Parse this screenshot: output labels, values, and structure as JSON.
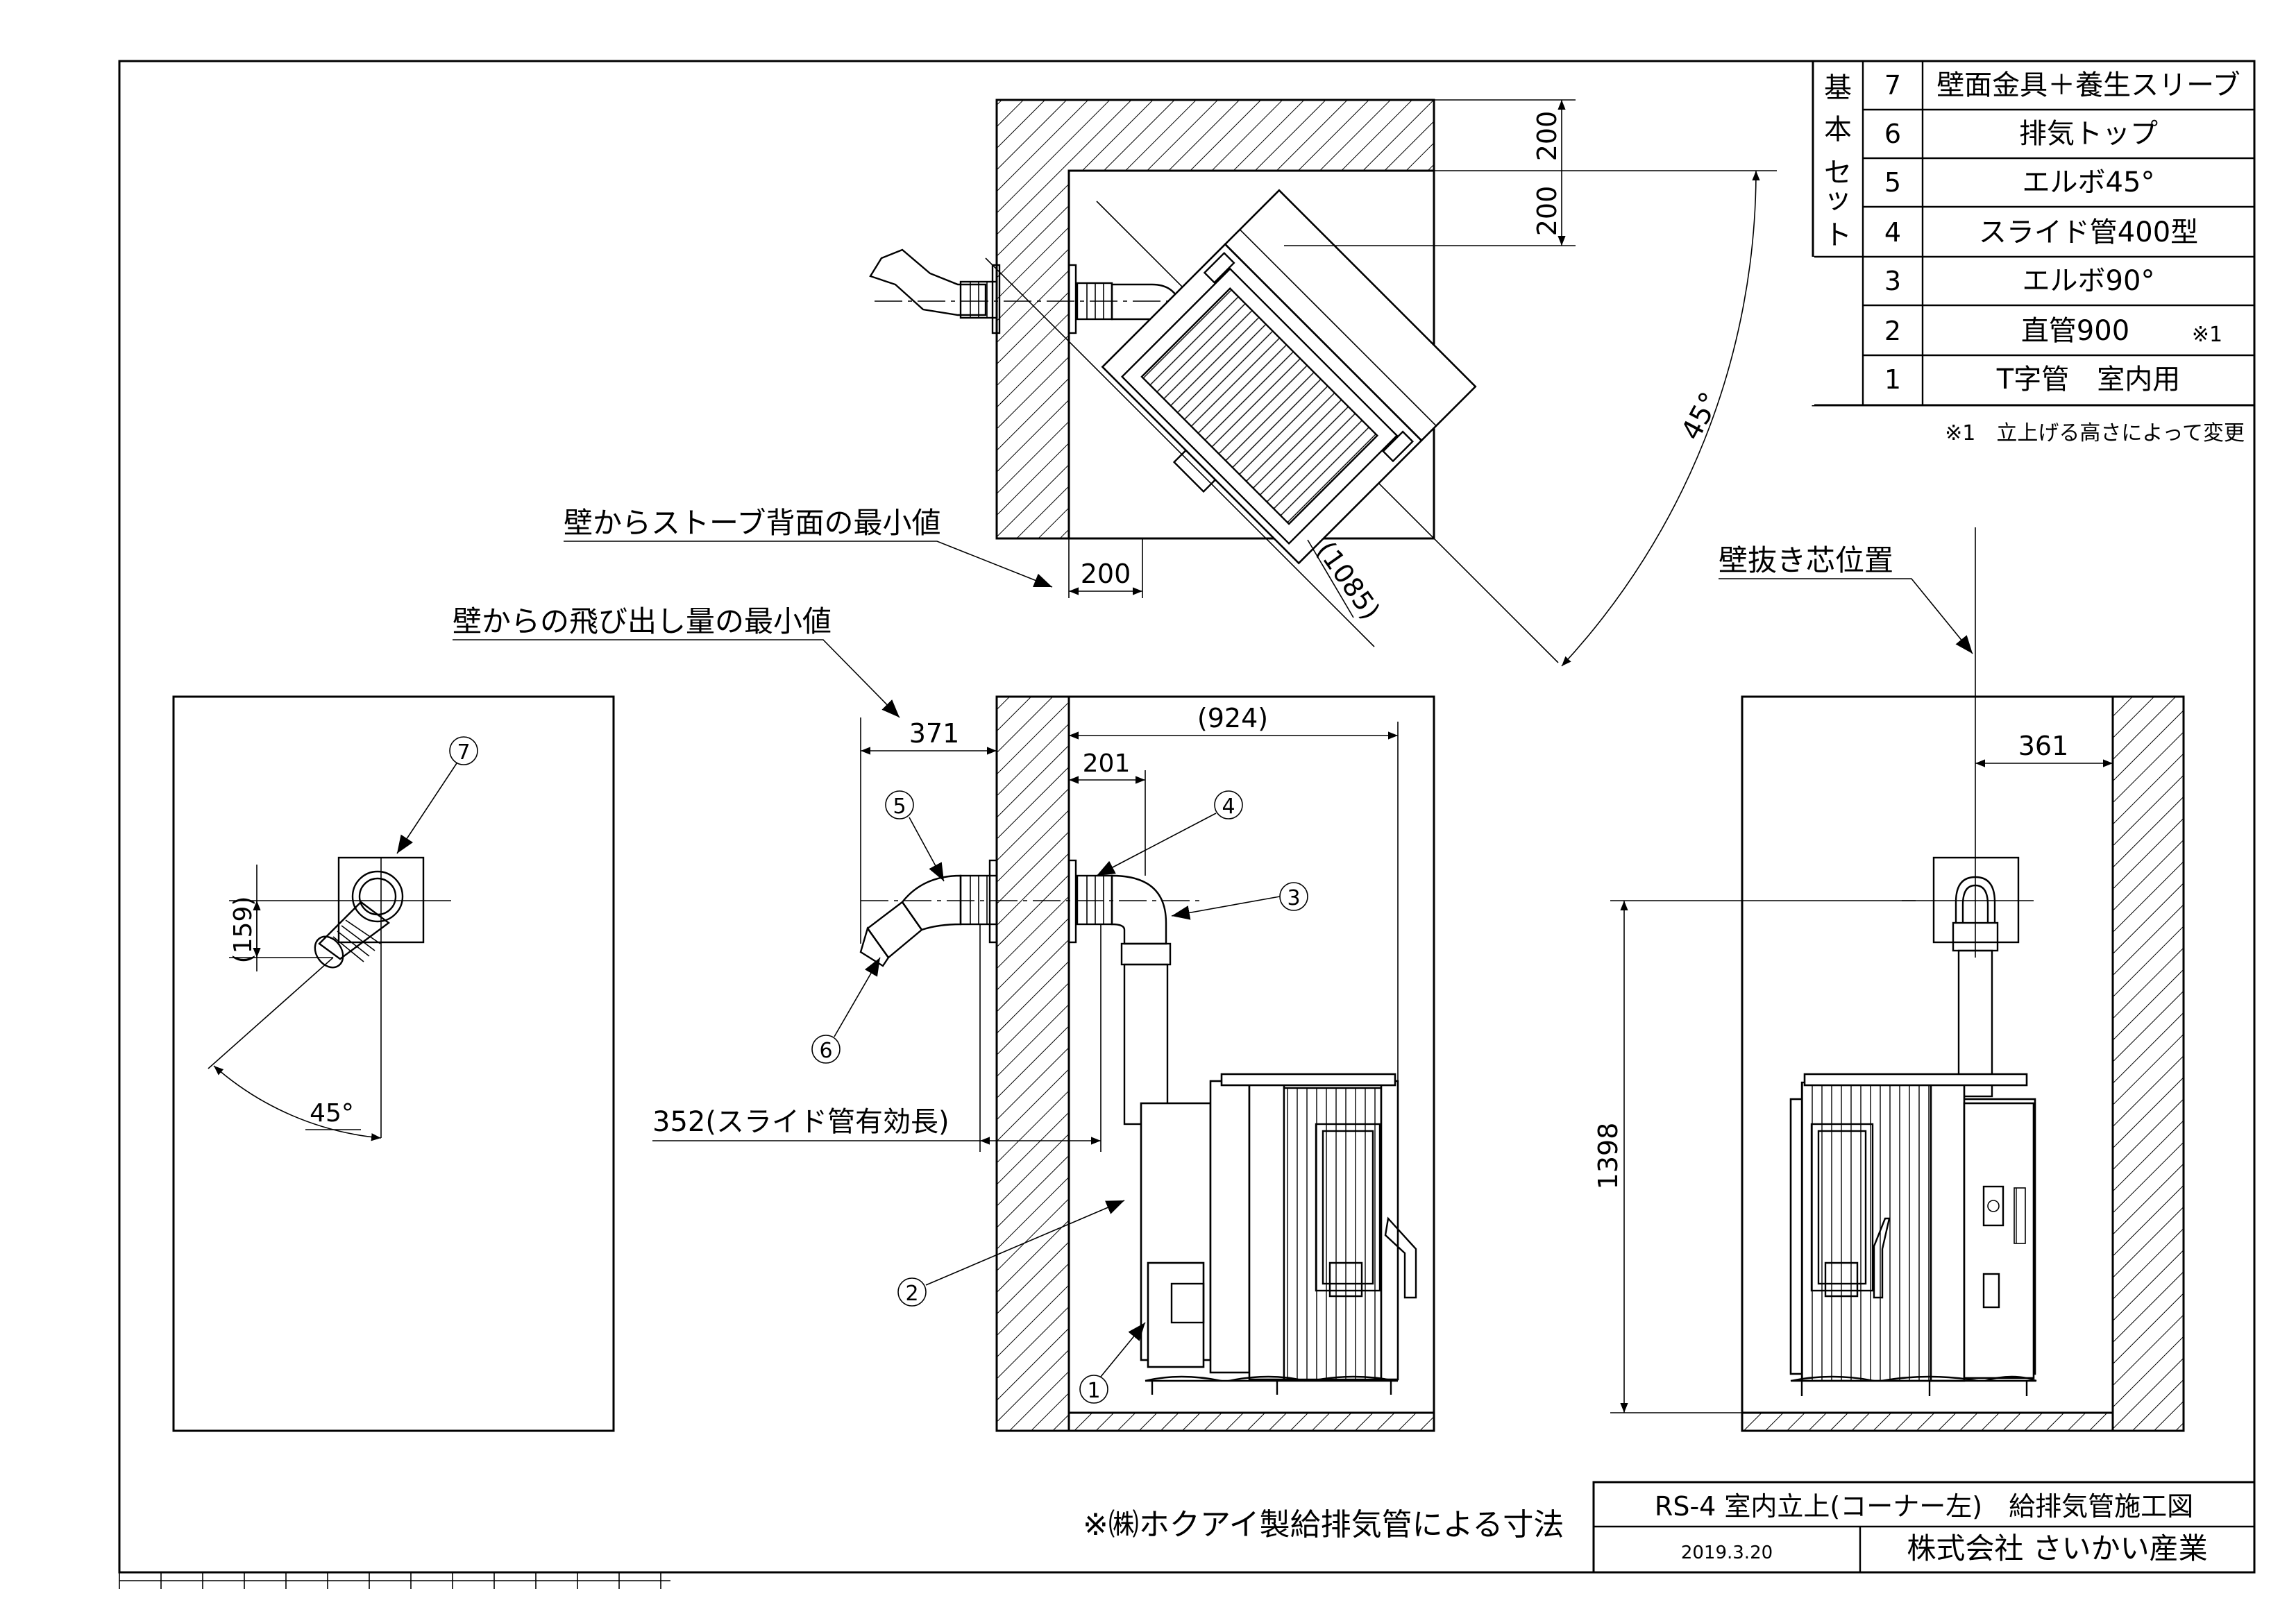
{
  "parts_table": {
    "group_label": "基本セット",
    "rows": [
      {
        "no": "7",
        "name": "壁面金具＋養生スリーブ",
        "note": ""
      },
      {
        "no": "6",
        "name": "排気トップ",
        "note": ""
      },
      {
        "no": "5",
        "name": "エルボ45°",
        "note": ""
      },
      {
        "no": "4",
        "name": "スライド管400型",
        "note": ""
      },
      {
        "no": "3",
        "name": "エルボ90°",
        "note": ""
      },
      {
        "no": "2",
        "name": "直管900",
        "note": "※1"
      },
      {
        "no": "1",
        "name": "T字管　室内用",
        "note": ""
      }
    ],
    "footnote": "※1　立上げる高さによって変更"
  },
  "annotations": {
    "min_stove_back": "壁からストーブ背面の最小値",
    "min_protrusion": "壁からの飛び出し量の最小値",
    "wall_hole_center": "壁抜き芯位置",
    "slide_effective": "352(スライド管有効長)",
    "note_maker": "※㈱ホクアイ製給排気管による寸法"
  },
  "dimensions": {
    "top_200_a": "200",
    "top_200_b": "200",
    "top_200_c": "200",
    "top_1085": "(1085)",
    "top_45": "45°",
    "left_159": "(159)",
    "left_45": "45°",
    "mid_371": "371",
    "mid_924": "(924)",
    "mid_201": "201",
    "right_361": "361",
    "right_1398": "1398"
  },
  "callouts": [
    "1",
    "2",
    "3",
    "4",
    "5",
    "6",
    "7"
  ],
  "title_block": {
    "title": "RS-4 室内立上(コーナー左)　給排気管施工図",
    "date": "2019.3.20",
    "company": "株式会社 さいかい産業"
  }
}
